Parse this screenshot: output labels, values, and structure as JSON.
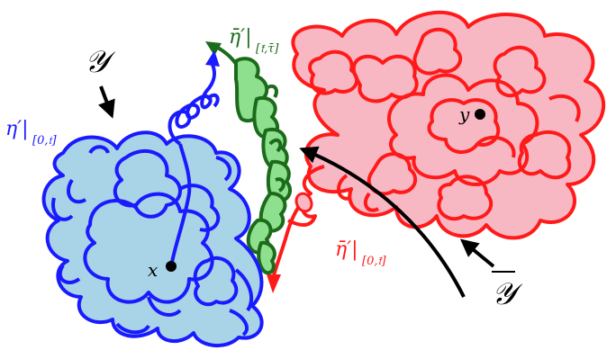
{
  "labels": {
    "calY": "𝒴",
    "calYbar": "𝒴",
    "eta_blue": "η′|",
    "eta_blue_sub": "[0,𝔱]",
    "eta_green": "η̄′|",
    "eta_green_sub": "[𝔱̄,τ̄]",
    "eta_red": "η̄′|",
    "eta_red_sub": "[0,𝔱̄]",
    "x": "x",
    "y": "y"
  },
  "colors": {
    "blue_stroke": "#1a1aff",
    "blue_fill": "#a9d3e6",
    "red_stroke": "#ff1a1a",
    "red_fill": "#f7b8c4",
    "green_stroke": "#1b6b1b",
    "green_fill": "#8ee08e",
    "arrow": "#000000"
  }
}
